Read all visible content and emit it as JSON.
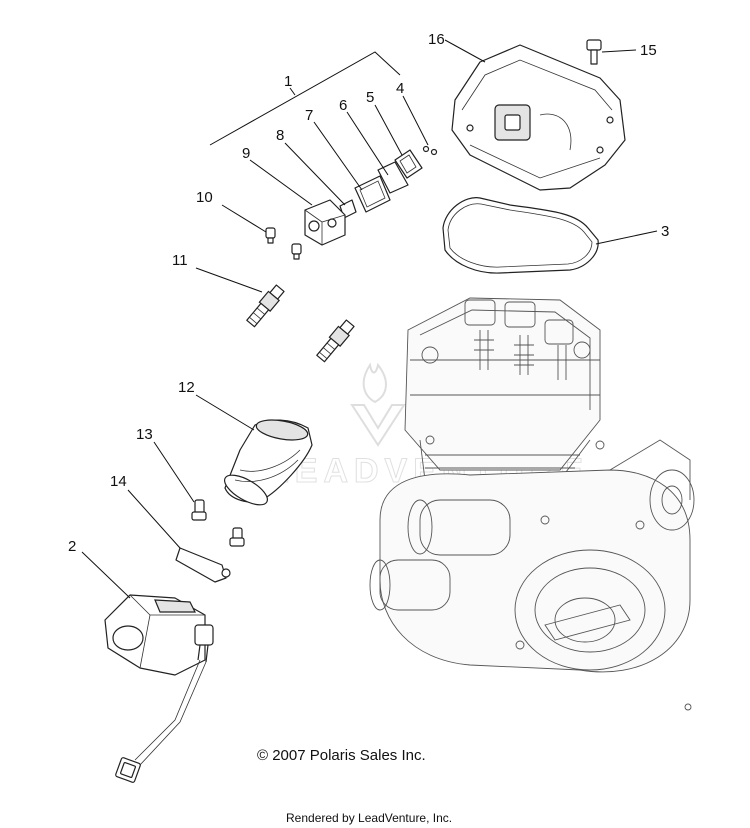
{
  "diagram": {
    "callouts": [
      {
        "id": "1",
        "label": "1"
      },
      {
        "id": "2",
        "label": "2"
      },
      {
        "id": "3",
        "label": "3"
      },
      {
        "id": "4",
        "label": "4"
      },
      {
        "id": "5",
        "label": "5"
      },
      {
        "id": "6",
        "label": "6"
      },
      {
        "id": "7",
        "label": "7"
      },
      {
        "id": "8",
        "label": "8"
      },
      {
        "id": "9",
        "label": "9"
      },
      {
        "id": "10",
        "label": "10"
      },
      {
        "id": "11",
        "label": "11"
      },
      {
        "id": "12",
        "label": "12"
      },
      {
        "id": "13",
        "label": "13"
      },
      {
        "id": "14",
        "label": "14"
      },
      {
        "id": "15",
        "label": "15"
      },
      {
        "id": "16",
        "label": "16"
      }
    ],
    "copyright": "© 2007 Polaris Sales Inc.",
    "rendered_by": "Rendered by LeadVenture, Inc.",
    "watermark": "LEADVENTURE"
  }
}
